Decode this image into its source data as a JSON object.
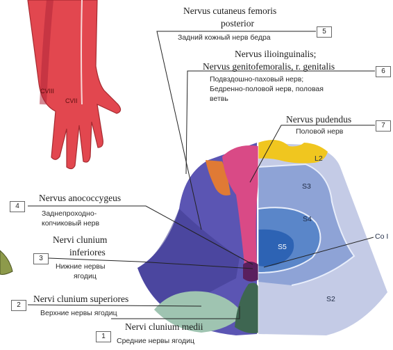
{
  "hand_segments": [
    "CVIII",
    "CVII"
  ],
  "dermatome_labels": {
    "l2": "L2",
    "s3": "S3",
    "s4": "S4",
    "s5": "S5",
    "s2": "S2",
    "co1": "Co I"
  },
  "nerves": [
    {
      "number": "5",
      "latin": [
        "Nervus cutaneus femoris",
        "posterior"
      ],
      "russian": [
        "Задний кожный нерв бедра"
      ]
    },
    {
      "number": "6",
      "latin": [
        "Nervus ilioinguinalis;",
        "Nervus genitofemoralis, r. genitalis"
      ],
      "russian": [
        "Подвздошно-паховый нерв;",
        "Бедренно-половой нерв, половая",
        "ветвь"
      ]
    },
    {
      "number": "7",
      "latin": [
        "Nervus pudendus"
      ],
      "russian": [
        "Половой нерв"
      ]
    },
    {
      "number": "4",
      "latin": [
        "Nervus anococcygeus"
      ],
      "russian": [
        "Заднепроходно-",
        "копчиковый нерв"
      ]
    },
    {
      "number": "3",
      "latin": [
        "Nervi clunium",
        "inferiores"
      ],
      "russian": [
        "Нижние нервы",
        "ягодиц"
      ]
    },
    {
      "number": "2",
      "latin": [
        "Nervi clunium superiores"
      ],
      "russian": [
        "Верхние нервы ягодиц"
      ]
    },
    {
      "number": "1",
      "latin": [
        "Nervi clunium medii"
      ],
      "russian": [
        "Средние нервы ягодиц"
      ]
    }
  ],
  "colors": {
    "hand_skin": "#e2474f",
    "left_buttock": "#5b55b3",
    "left_buttock_dark": "#3e3a8e",
    "pudendal_pink": "#d94a86",
    "post_femoral_orange": "#e07a35",
    "clunium_sup_green": "#9fc4b1",
    "clunium_medii_dark_green": "#3e6651",
    "right_s2": "#c4cbe6",
    "right_s3": "#8ea3d6",
    "right_s4": "#5a86c9",
    "right_s5": "#2d63b4",
    "l2_yellow": "#f0c61f"
  }
}
